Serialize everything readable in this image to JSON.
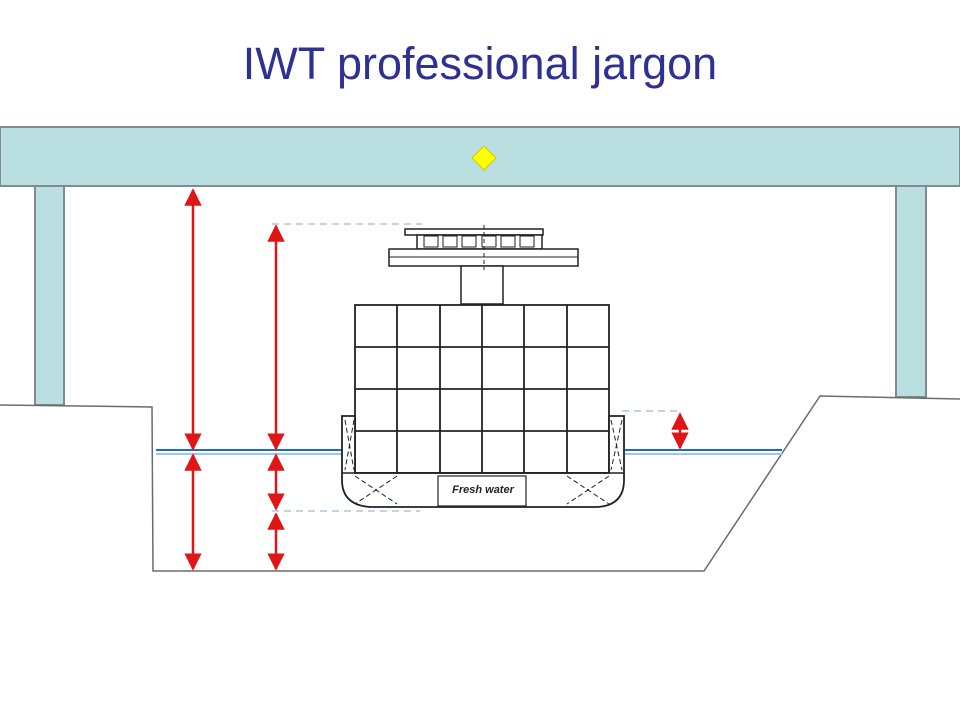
{
  "title": "IWT professional jargon",
  "hull_label": "Fresh water",
  "colors": {
    "title": "#2e3192",
    "bridge": "#b9dfe0",
    "bridge_outline": "#7f8a93",
    "water": "#1f6fb5",
    "water_light": "#9dc7ea",
    "arrow": "#e01515",
    "marker": "#ffff00",
    "drawing": "#222222",
    "dashed": "#a8c8e0"
  },
  "icons": {
    "marker": "yellow-diamond"
  }
}
